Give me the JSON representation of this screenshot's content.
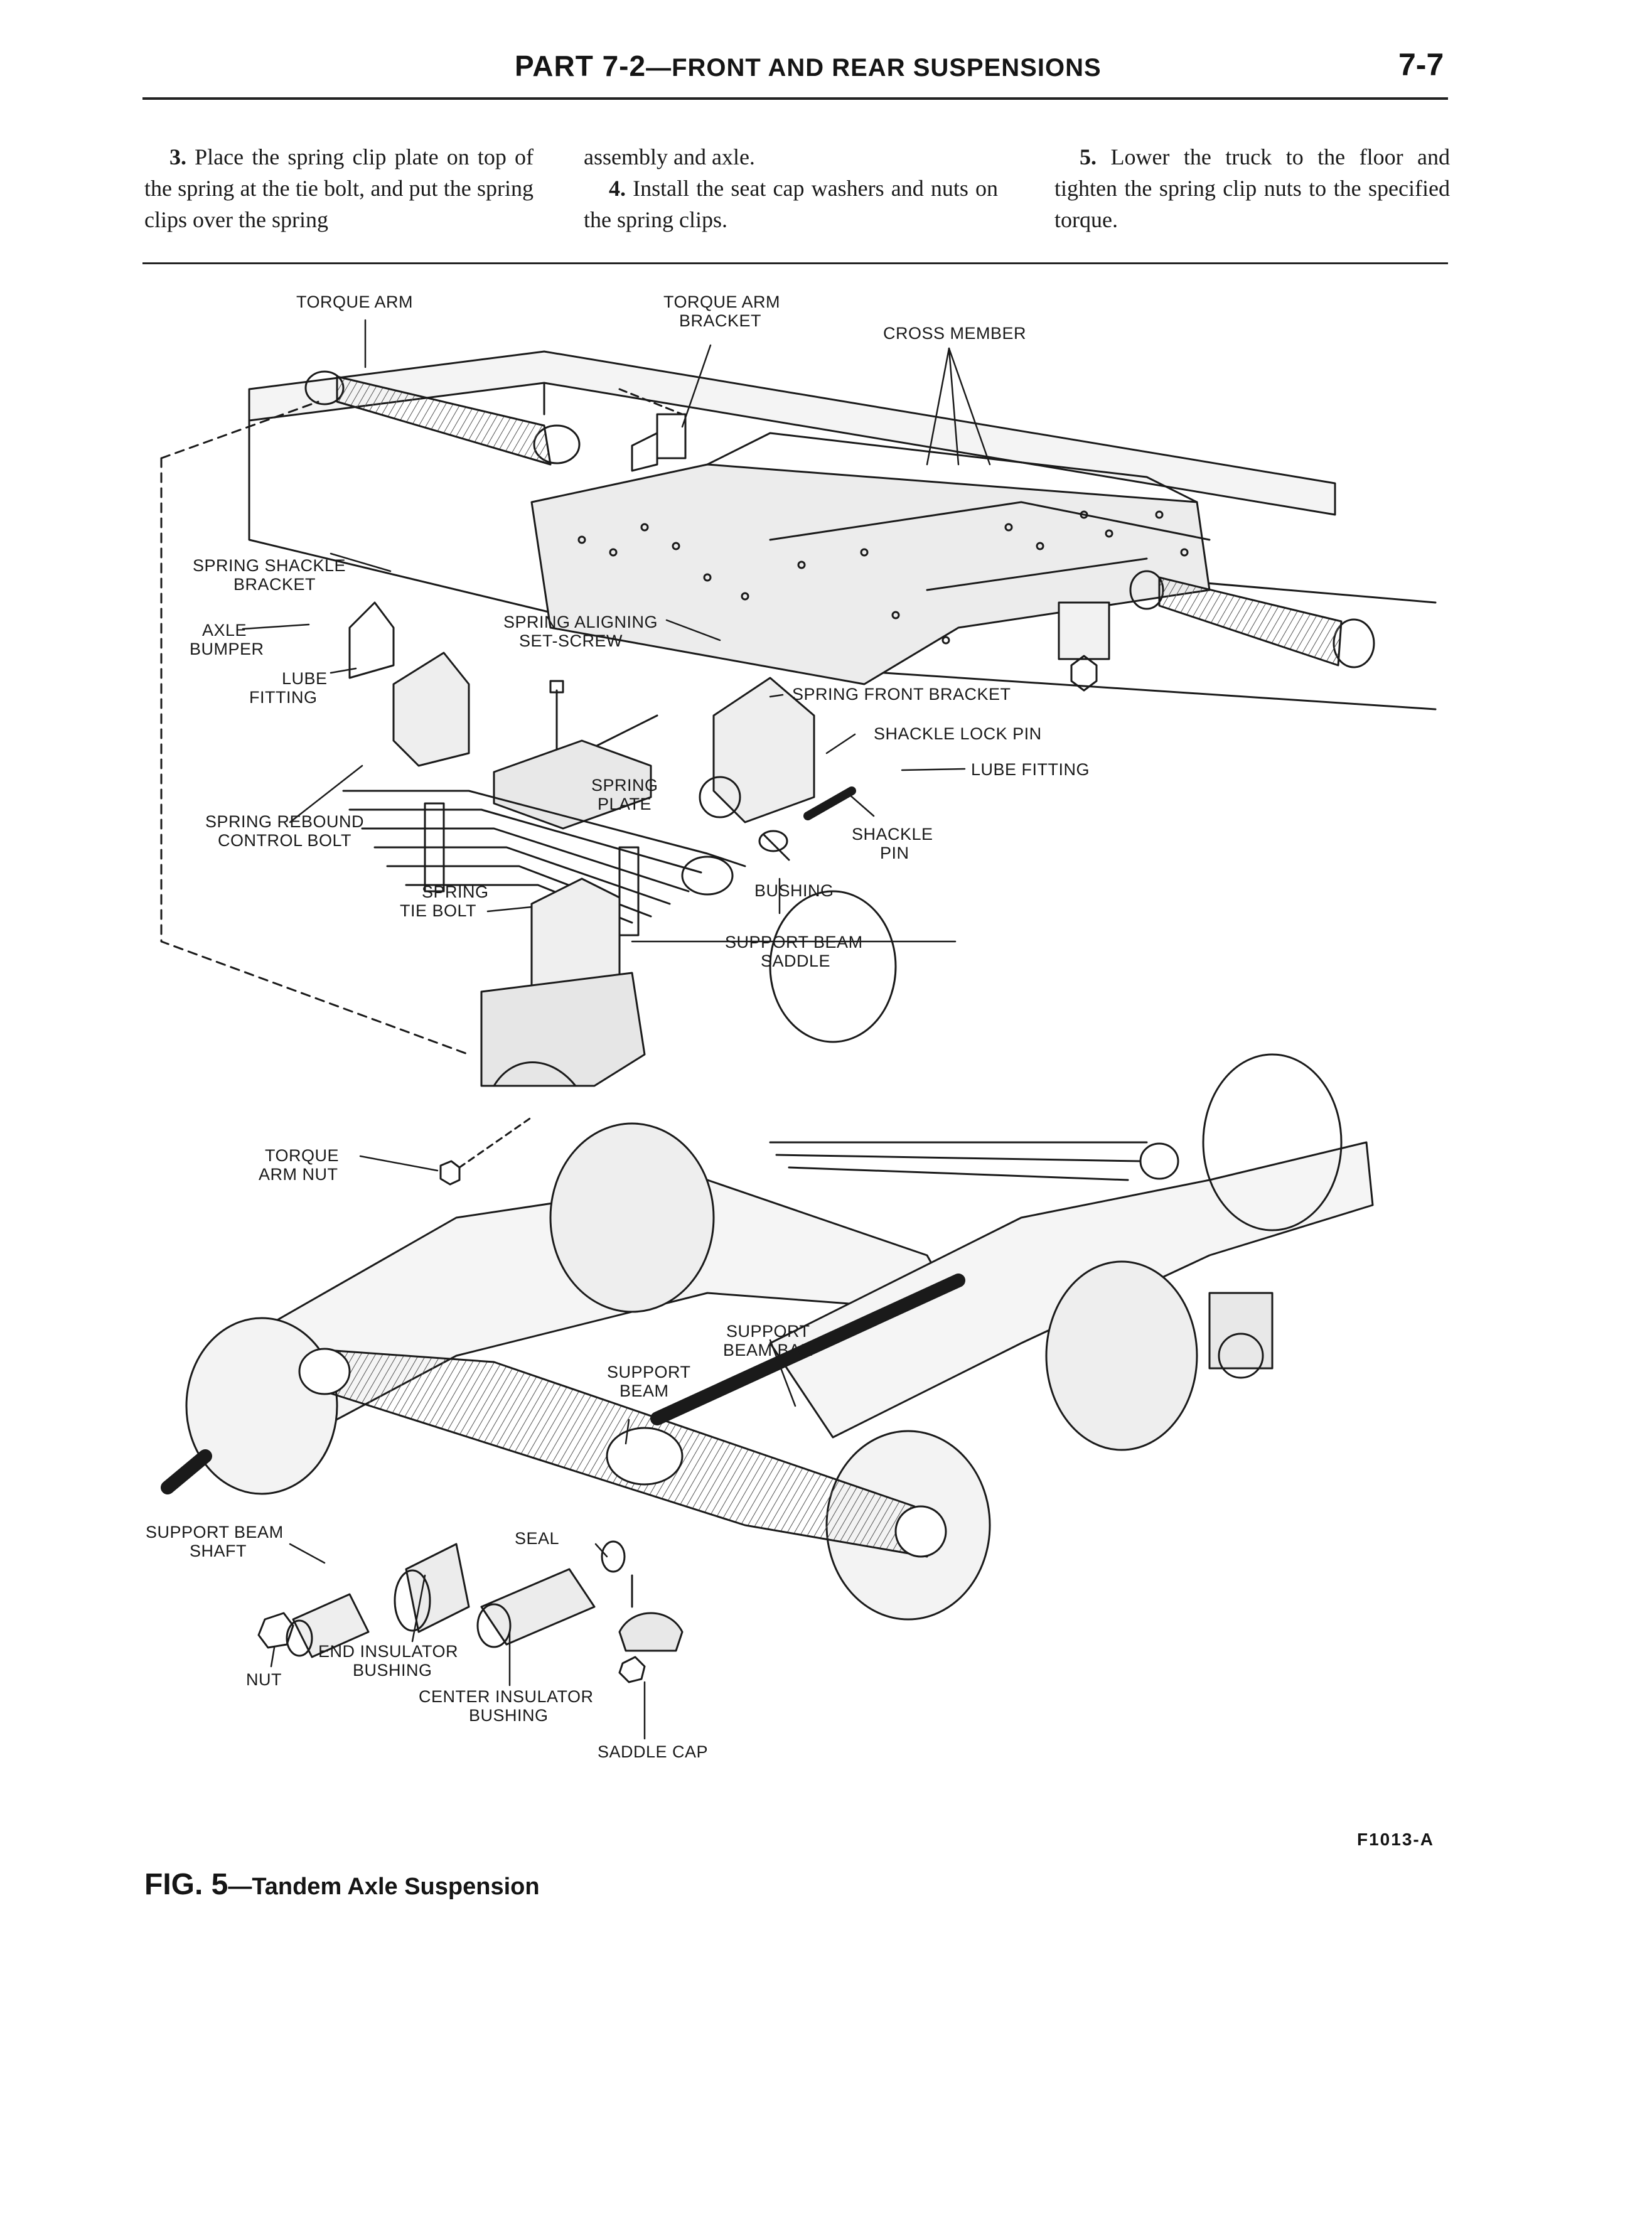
{
  "header": {
    "title_part": "PART 7-2",
    "title_sep": "—",
    "title_rest": "FRONT AND REAR SUSPENSIONS",
    "page_number": "7-7"
  },
  "text": {
    "col1_num": "3.",
    "col1_body": "Place the spring clip plate on top of the spring at the tie bolt, and put the spring clips over the spring",
    "col2_line1": "assembly and axle.",
    "col2_num": "4.",
    "col2_body": "Install the seat cap washers and nuts on the spring clips.",
    "col3_num": "5.",
    "col3_body": "Lower the truck to the floor and tighten the spring clip nuts to the specified torque."
  },
  "figure": {
    "labels": {
      "torque_arm": "TORQUE ARM",
      "torque_arm_bracket_1": "TORQUE ARM",
      "torque_arm_bracket_2": "BRACKET",
      "cross_member": "CROSS MEMBER",
      "spring_shackle_bracket_1": "SPRING SHACKLE",
      "spring_shackle_bracket_2": "BRACKET",
      "axle_bumper_1": "AXLE",
      "axle_bumper_2": "BUMPER",
      "lube_fitting_left_1": "LUBE",
      "lube_fitting_left_2": "FITTING",
      "spring_aligning_1": "SPRING ALIGNING",
      "spring_aligning_2": "SET-SCREW",
      "spring_front_bracket": "SPRING FRONT BRACKET",
      "shackle_lock_pin": "SHACKLE LOCK PIN",
      "lube_fitting_right": "LUBE FITTING",
      "spring_plate_1": "SPRING",
      "spring_plate_2": "PLATE",
      "spring_rebound_1": "SPRING REBOUND",
      "spring_rebound_2": "CONTROL BOLT",
      "shackle_pin_1": "SHACKLE",
      "shackle_pin_2": "PIN",
      "bushing": "BUSHING",
      "spring_tie_bolt_1": "SPRING",
      "spring_tie_bolt_2": "TIE BOLT",
      "support_beam_saddle_1": "SUPPORT BEAM",
      "support_beam_saddle_2": "SADDLE",
      "torque_arm_nut_1": "TORQUE",
      "torque_arm_nut_2": "ARM NUT",
      "support_beam_bar_1": "SUPPORT",
      "support_beam_bar_2": "BEAM BAR",
      "support_beam_1": "SUPPORT",
      "support_beam_2": "BEAM",
      "seal": "SEAL",
      "support_beam_shaft_1": "SUPPORT BEAM",
      "support_beam_shaft_2": "SHAFT",
      "end_insulator_1": "END INSULATOR",
      "end_insulator_2": "BUSHING",
      "nut": "NUT",
      "center_insulator_1": "CENTER INSULATOR",
      "center_insulator_2": "BUSHING",
      "saddle_cap": "SADDLE CAP"
    },
    "code": "F1013-A",
    "caption_fig": "FIG. 5",
    "caption_dash": "—",
    "caption_title": "Tandem Axle Suspension"
  }
}
